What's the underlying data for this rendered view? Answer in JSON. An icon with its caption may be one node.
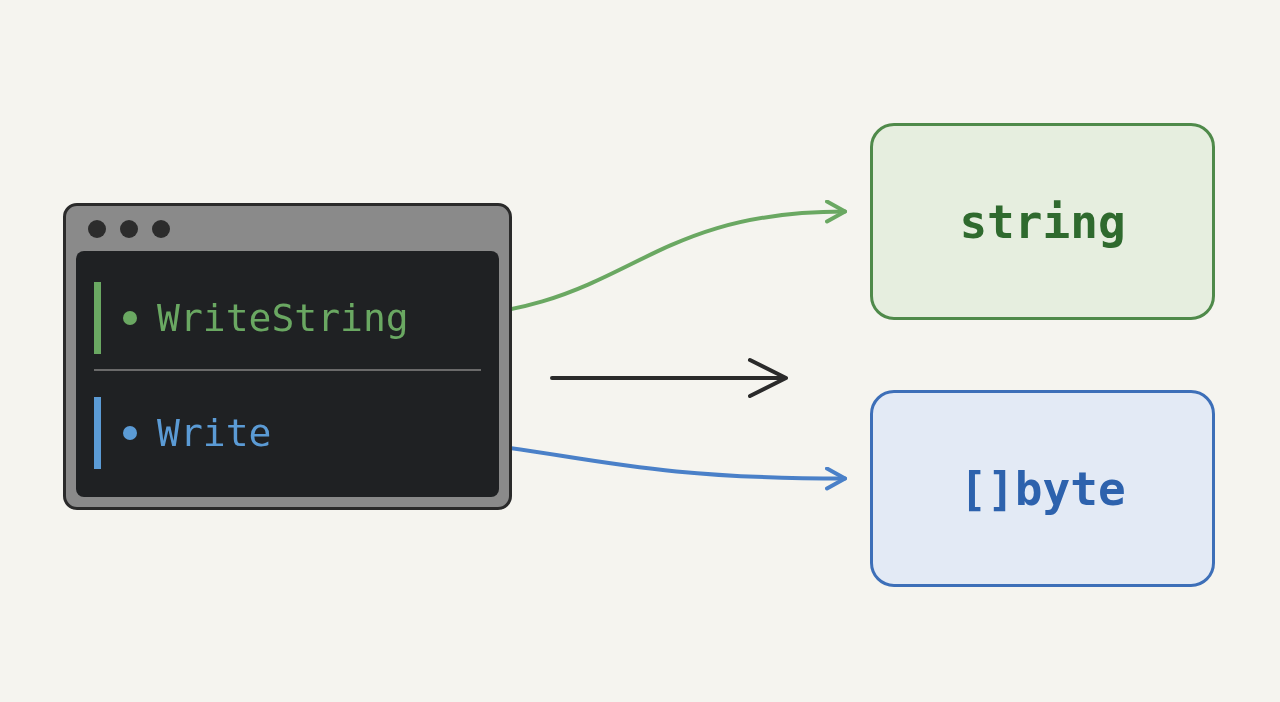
{
  "diagram": {
    "nodes": [
      {
        "text": [],
        "shape": "box"
      },
      {
        "text": [
          "WriteString"
        ],
        "in": 0
      },
      {
        "text": [
          "Write"
        ],
        "in": 0
      },
      {
        "text": [
          "string"
        ]
      },
      {
        "text": [
          "[]byte"
        ]
      }
    ],
    "edges": [
      {
        "from": 1,
        "to": 3,
        "arrow": "to",
        "color": "#6aa862"
      },
      {
        "from": 2,
        "to": 4,
        "arrow": "to",
        "color": "#4a80c8"
      }
    ]
  }
}
